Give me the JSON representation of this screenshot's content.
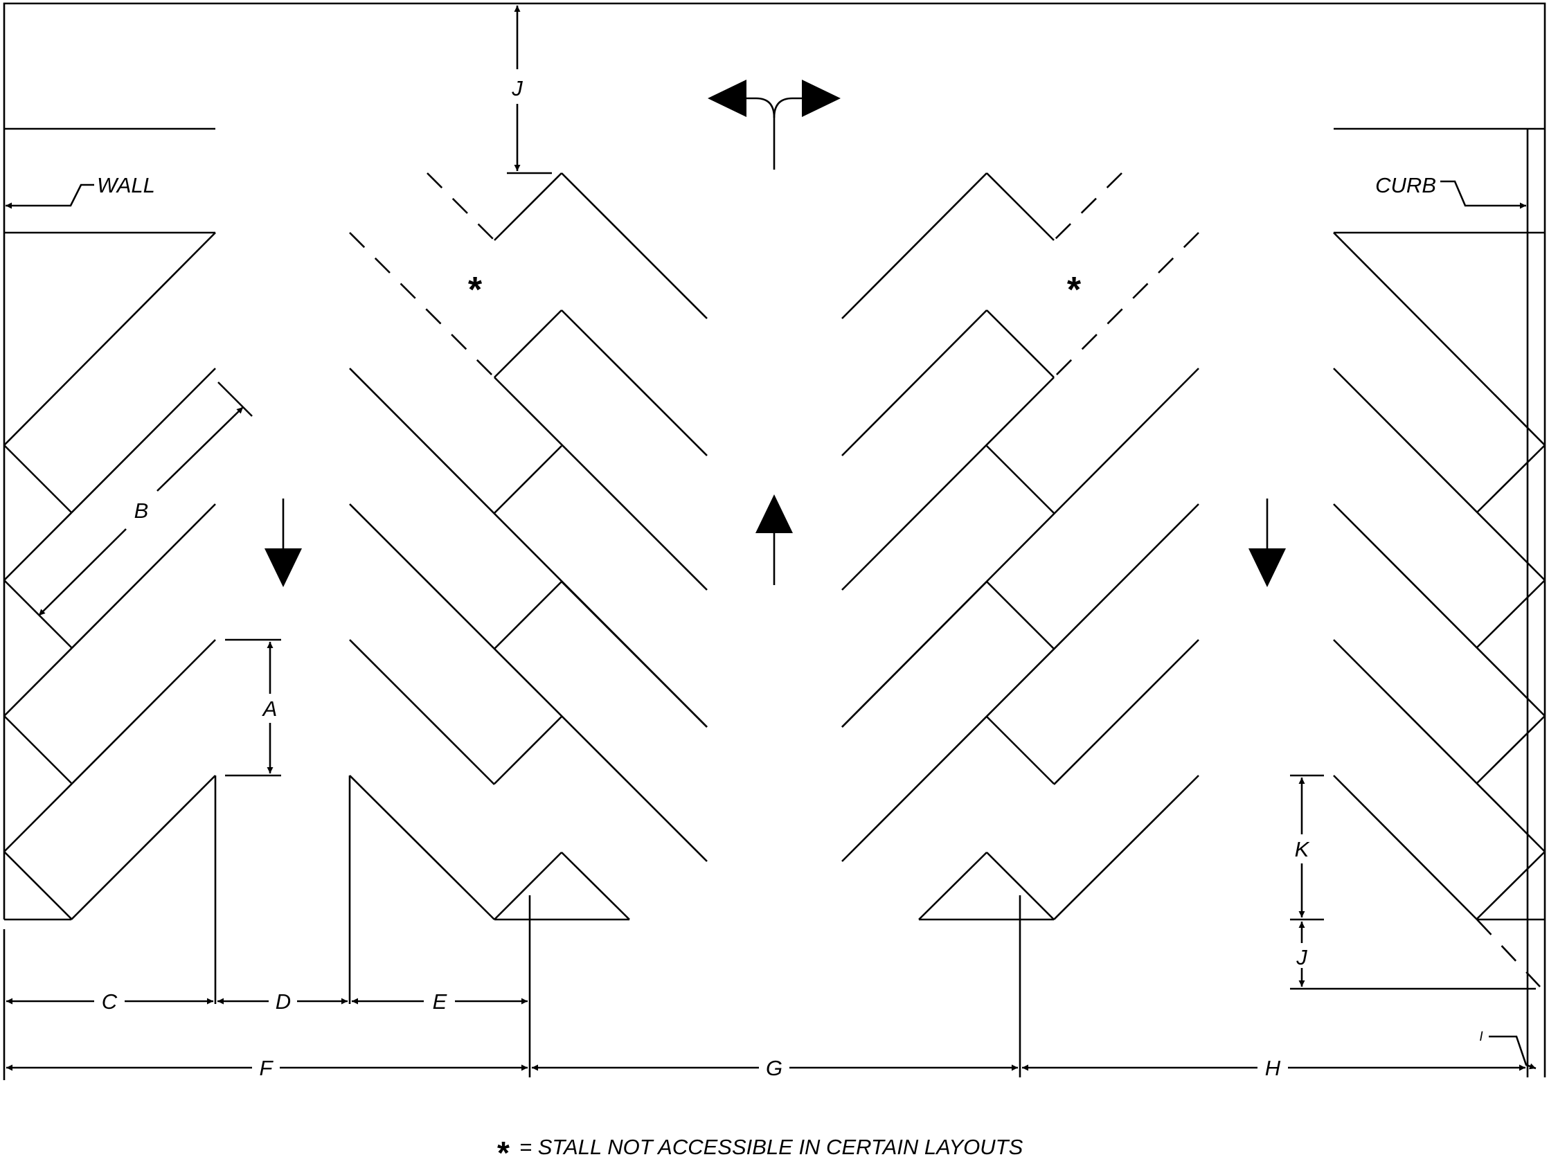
{
  "labels": {
    "wall": "WALL",
    "curb": "CURB",
    "A": "A",
    "B": "B",
    "C": "C",
    "D": "D",
    "E": "E",
    "F": "F",
    "G": "G",
    "H": "H",
    "I": "I",
    "J": "J",
    "K": "K"
  },
  "marker": "*",
  "footnote": "= STALL NOT ACCESSIBLE IN CERTAIN LAYOUTS",
  "colors": {
    "ink": "#000000",
    "background": "#ffffff"
  },
  "icons": {
    "down": "arrow-down-icon",
    "up": "arrow-up-icon",
    "split": "split-arrow-icon"
  }
}
